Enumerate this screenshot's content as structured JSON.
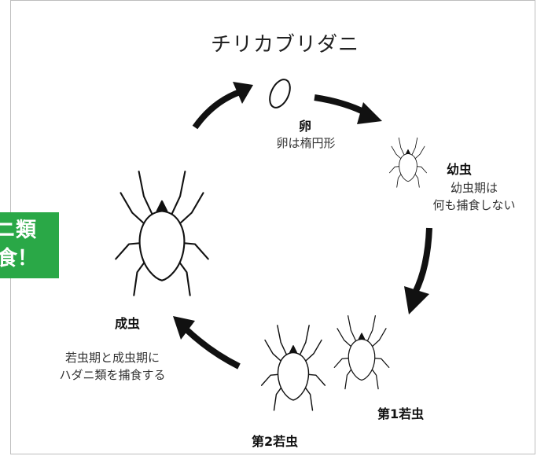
{
  "title": "チリカブリダニ",
  "badge": {
    "line1": "ニ類",
    "line2": "食！"
  },
  "stages": {
    "egg": {
      "label": "卵",
      "desc": "卵は楕円形"
    },
    "larva": {
      "label": "幼虫",
      "desc_line1": "幼虫期は",
      "desc_line2": "何も捕食しない"
    },
    "nymph1": {
      "label": "第1若虫"
    },
    "nymph2": {
      "label": "第2若虫"
    },
    "adult": {
      "label": "成虫",
      "desc_line1": "若虫期と成虫期に",
      "desc_line2": "ハダニ類を捕食する"
    }
  },
  "colors": {
    "badge": "#2aa847",
    "ink": "#111111",
    "frame": "#bdbdbd"
  }
}
